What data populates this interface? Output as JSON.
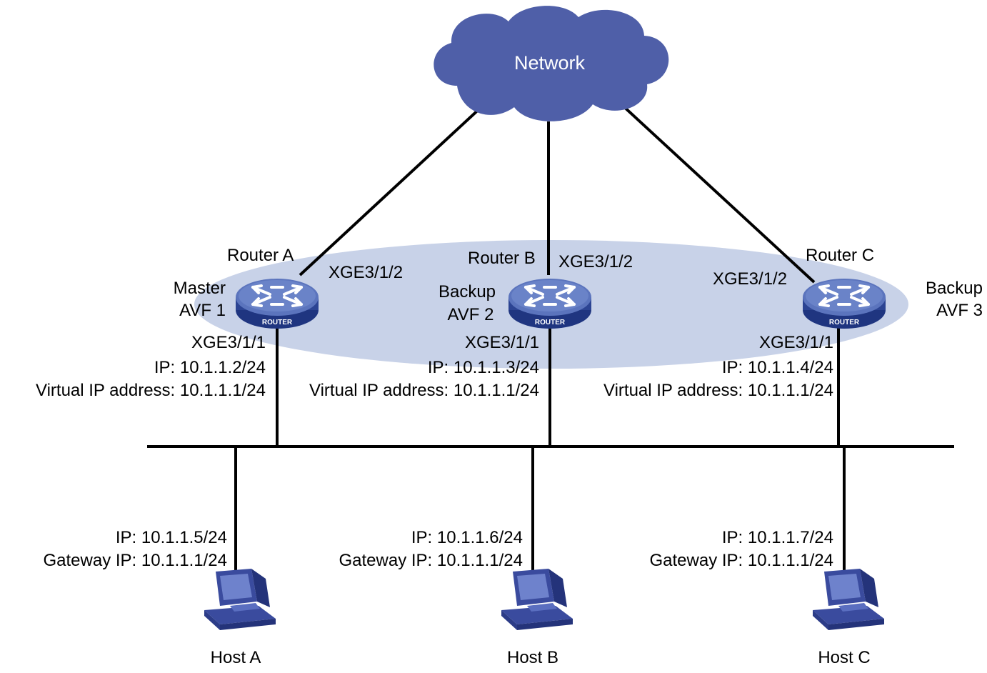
{
  "network": {
    "label": "Network"
  },
  "routers": [
    {
      "name": "Router A",
      "role_line1": "Master",
      "role_line2": "AVF 1",
      "uplink_port": "XGE3/1/2",
      "downlink_port": "XGE3/1/1",
      "ip": "IP: 10.1.1.2/24",
      "virtual_ip": "Virtual IP address: 10.1.1.1/24",
      "badge": "ROUTER"
    },
    {
      "name": "Router B",
      "role_line1": "Backup",
      "role_line2": "AVF 2",
      "uplink_port": "XGE3/1/2",
      "downlink_port": "XGE3/1/1",
      "ip": "IP: 10.1.1.3/24",
      "virtual_ip": "Virtual IP address: 10.1.1.1/24",
      "badge": "ROUTER"
    },
    {
      "name": "Router C",
      "role_line1": "Backup",
      "role_line2": "AVF 3",
      "uplink_port": "XGE3/1/2",
      "downlink_port": "XGE3/1/1",
      "ip": "IP: 10.1.1.4/24",
      "virtual_ip": "Virtual IP address: 10.1.1.1/24",
      "badge": "ROUTER"
    }
  ],
  "hosts": [
    {
      "name": "Host A",
      "ip": "IP: 10.1.1.5/24",
      "gateway": "Gateway IP: 10.1.1.1/24"
    },
    {
      "name": "Host B",
      "ip": "IP: 10.1.1.6/24",
      "gateway": "Gateway IP: 10.1.1.1/24"
    },
    {
      "name": "Host C",
      "ip": "IP: 10.1.1.7/24",
      "gateway": "Gateway IP: 10.1.1.1/24"
    }
  ],
  "colors": {
    "cloud": "#4f5fa8",
    "vrrp_group_ellipse": "#c8d2e8",
    "router_body": "#3b52a0",
    "router_top": "#5b74bd",
    "host": "#4a5aa8",
    "link": "#000000"
  }
}
